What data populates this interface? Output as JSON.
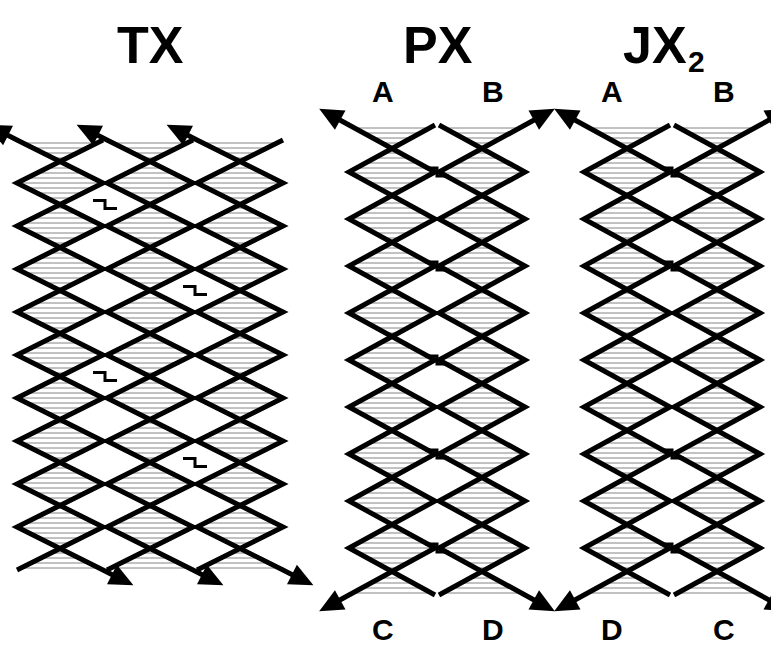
{
  "diagram": {
    "labels": [
      "TX",
      "PX",
      "JX",
      "2",
      "A",
      "B",
      "C",
      "D",
      "A",
      "B",
      "D",
      "C"
    ]
  }
}
